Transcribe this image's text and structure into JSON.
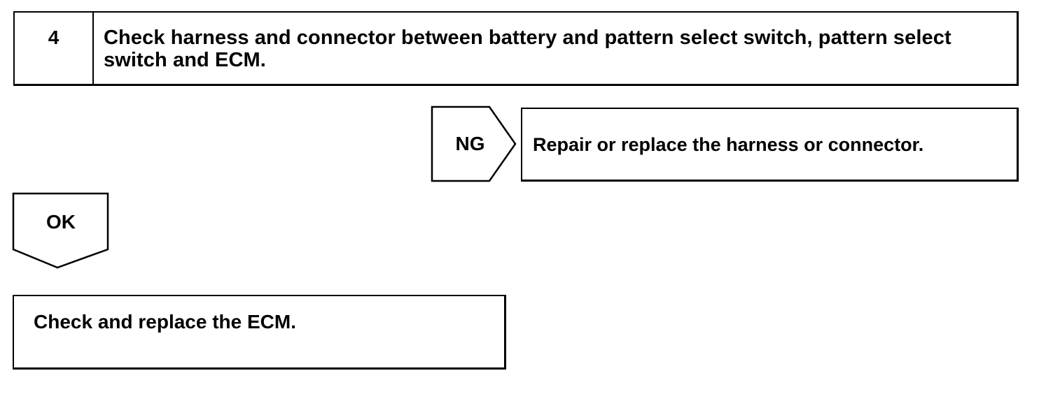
{
  "step": {
    "number": "4",
    "title": "Check harness and connector between battery and pattern select switch, pattern select switch and ECM."
  },
  "ng_branch": {
    "label": "NG",
    "result": "Repair or replace the harness or connector."
  },
  "ok_branch": {
    "label": "OK",
    "result": "Check and replace the ECM."
  }
}
